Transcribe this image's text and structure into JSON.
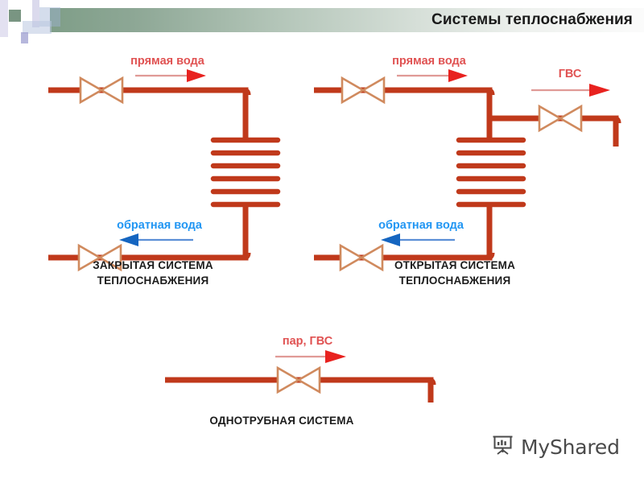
{
  "header": {
    "title": "Системы теплоснабжения",
    "bar_gradient_from": "#7f9e88",
    "bar_gradient_to": "#fbfbfb",
    "accent_squares": [
      "#6e8c77",
      "#ccc9e6",
      "#c8c6e4",
      "#b9c6e0",
      "#9e9fd0"
    ]
  },
  "colors": {
    "pipe": "#c0391b",
    "pipe_dark": "#b83a1c",
    "valve_outline": "#d08a5e",
    "supply_label": "#e05252",
    "supply_arrow": "#e8221f",
    "supply_arrow_line": "#e09a96",
    "return_label": "#2196f3",
    "return_arrow": "#1565c0",
    "caption": "#1c1c1c",
    "title": "#1a1a1a",
    "watermark": "#4a4a4a"
  },
  "diagrams": [
    {
      "id": "closed",
      "name": "closed-heating-system",
      "caption_line1": "ЗАКРЫТАЯ СИСТЕМА",
      "caption_line2": "ТЕПЛОСНАБЖЕНИЯ",
      "labels": {
        "supply": "прямая вода",
        "return": "обратная вода"
      },
      "components": {
        "supply_valve": "gate-valve",
        "return_valve": "gate-valve",
        "heat_exchanger_plates": 6
      }
    },
    {
      "id": "open",
      "name": "open-heating-system",
      "caption_line1": "ОТКРЫТАЯ СИСТЕМА",
      "caption_line2": "ТЕПЛОСНАБЖЕНИЯ",
      "labels": {
        "supply": "прямая вода",
        "return": "обратная вода",
        "dhw": "ГВС"
      },
      "components": {
        "supply_valve": "gate-valve",
        "return_valve": "gate-valve",
        "dhw_valve": "gate-valve",
        "heat_exchanger_plates": 6
      }
    },
    {
      "id": "single",
      "name": "single-pipe-system",
      "caption_line1": "ОДНОТРУБНАЯ СИСТЕМА",
      "caption_line2": "",
      "labels": {
        "supply": "пар, ГВС"
      },
      "components": {
        "supply_valve": "gate-valve"
      }
    }
  ],
  "watermark": {
    "text": "MyShared",
    "icon": "presentation-board-icon"
  }
}
